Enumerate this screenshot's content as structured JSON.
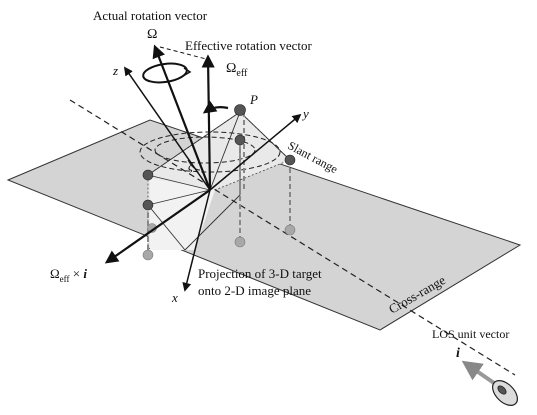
{
  "labels": {
    "actual_rotation_vector": "Actual rotation vector",
    "omega": "Ω",
    "effective_rotation_vector": "Effective rotation vector",
    "omega_eff_base": "Ω",
    "omega_eff_sub": "eff",
    "axis_z": "z",
    "axis_y": "y",
    "axis_x": "x",
    "point_p": "P",
    "slant_range": "Slant range",
    "cross_range": "Cross-range",
    "cross_product_base": "Ω",
    "cross_product_sub": "eff",
    "cross_product_tail": " × ",
    "cross_product_i": "i",
    "projection_line1": "Projection of 3-D target",
    "projection_line2": "onto 2-D image plane",
    "los_unit_vector": "LOS unit vector",
    "los_i": "i"
  }
}
